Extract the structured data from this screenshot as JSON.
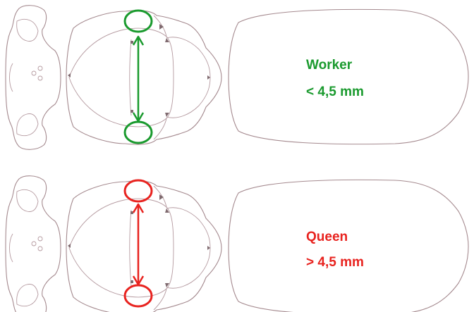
{
  "panels": [
    {
      "caste": "Worker",
      "size": "< 4,5 mm",
      "color": "#1a9a2e"
    },
    {
      "caste": "Queen",
      "size": "> 4,5 mm",
      "color": "#e8231f"
    }
  ],
  "colors": {
    "outline": "#a58a8f"
  }
}
